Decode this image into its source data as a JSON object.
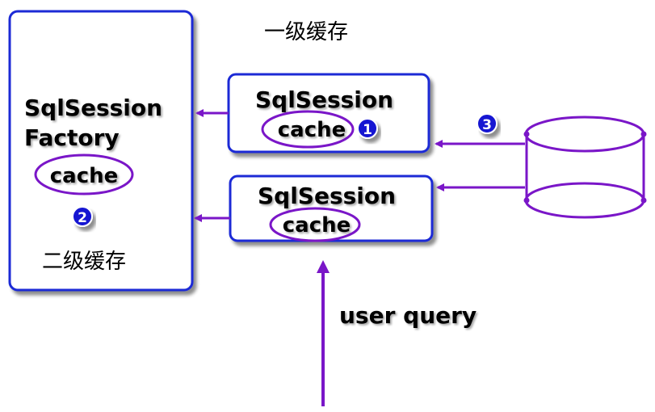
{
  "colors": {
    "box_border": "#1a2bd6",
    "ellipse_and_arrow": "#7a16c8",
    "badge_fill": "#1414d2",
    "badge_text": "#ffffff",
    "text": "#000000"
  },
  "factory": {
    "title_line1": "SqlSession",
    "title_line2": "Factory",
    "cache_label": "cache",
    "badge": "2",
    "level_label": "二级缓存"
  },
  "session_top": {
    "title": "SqlSession",
    "cache_label": "cache",
    "badge": "1"
  },
  "session_bottom": {
    "title": "SqlSession",
    "cache_label": "cache"
  },
  "level1_label": "一级缓存",
  "database": {
    "badge": "3",
    "icon": "database-cylinder-icon"
  },
  "user_query_label": "user query"
}
